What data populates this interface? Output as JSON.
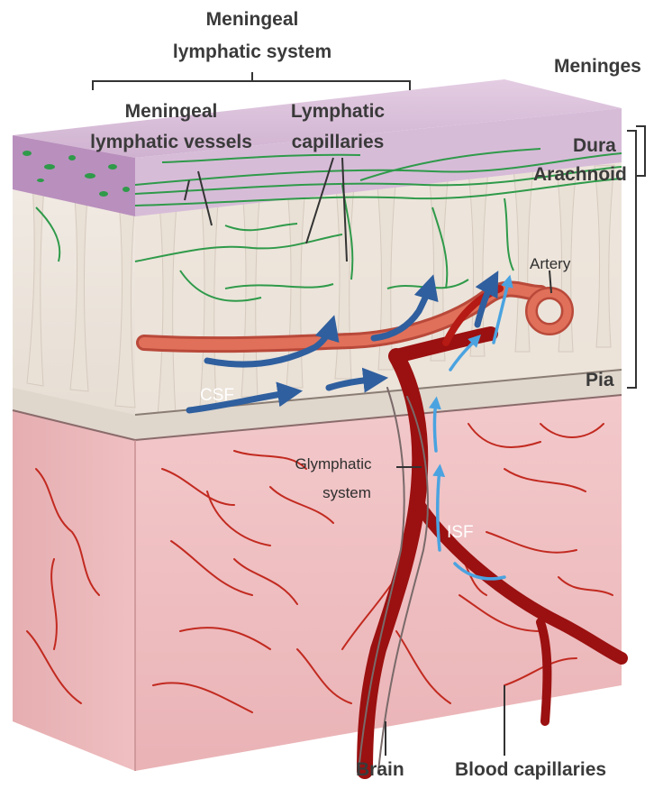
{
  "labels": {
    "meningeal_lymphatic_system_line1": "Meningeal",
    "meningeal_lymphatic_system_line2": "lymphatic system",
    "meningeal_lymphatic_vessels_line1": "Meningeal",
    "meningeal_lymphatic_vessels_line2": "lymphatic vessels",
    "lymphatic_capillaries_line1": "Lymphatic",
    "lymphatic_capillaries_line2": "capillaries",
    "meninges": "Meninges",
    "dura": "Dura",
    "arachnoid": "Arachnoid",
    "artery": "Artery",
    "pia": "Pia",
    "csf": "CSF",
    "glymphatic_system_line1": "Glymphatic",
    "glymphatic_system_line2": "system",
    "isf": "ISF",
    "brain": "Brain",
    "blood_capillaries": "Blood capillaries"
  },
  "colors": {
    "dura_top": "#d9bfd8",
    "dura_edge": "#b08fb6",
    "lymphatic_green": "#2f9a4a",
    "trabeculae": "#e7ddd3",
    "subarachnoid_bg": "#efe8df",
    "artery": "#d9614a",
    "brain_tissue": "#efc1c3",
    "blood_vessel": "#b01515",
    "csf_arrow": "#2f5f9e",
    "isf_arrow": "#4aa3e0"
  }
}
